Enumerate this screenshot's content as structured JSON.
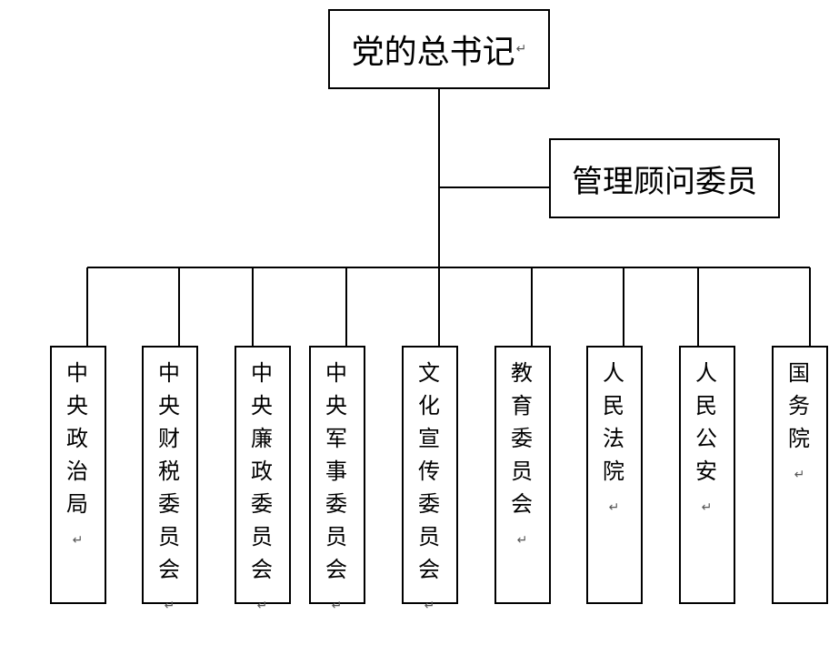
{
  "top": {
    "label": "党的总书记"
  },
  "advisor": {
    "label": "管理顾问委员"
  },
  "children": [
    {
      "label": "中央政治局"
    },
    {
      "label": "中央财税委员会"
    },
    {
      "label": "中央廉政委员会"
    },
    {
      "label": "中央军事委员会"
    },
    {
      "label": "文化宣传委员会"
    },
    {
      "label": "教育委员会"
    },
    {
      "label": "人民法院"
    },
    {
      "label": "人民公安"
    },
    {
      "label": "国务院"
    }
  ],
  "paragraph_mark": "↵",
  "colors": {
    "line": "#000000",
    "background": "#ffffff"
  }
}
